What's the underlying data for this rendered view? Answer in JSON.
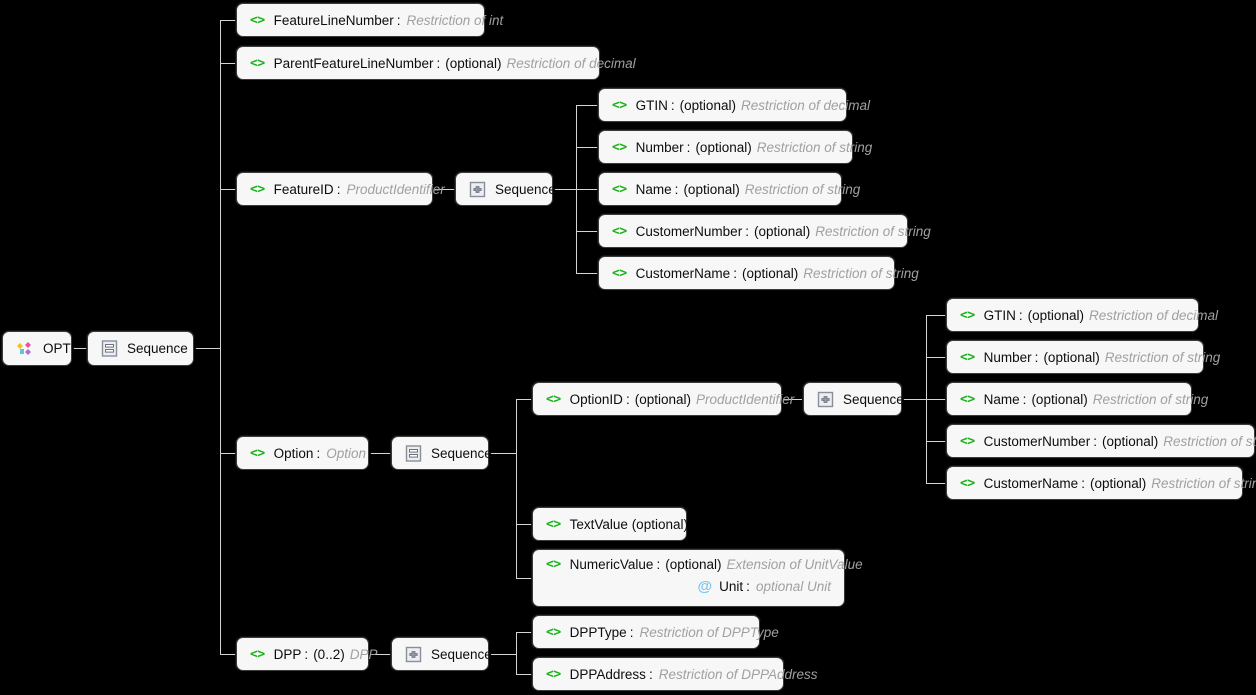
{
  "diagram": {
    "title": "OPT XSD schema tree",
    "background_color": "#000000",
    "node_fill": "#f7f7f7",
    "line_color": "#d4d4d4",
    "element_icon_color": "#17b217",
    "attribute_icon_color": "#79c6ef"
  },
  "root": {
    "label": "OPT",
    "icon": "root-element-icon"
  },
  "root_sequence": {
    "label": "Sequence",
    "icon": "sequence-lines-icon"
  },
  "nodes": {
    "feature_line_number": {
      "icon": "element-icon",
      "name": "FeatureLineNumber",
      "separator": ":",
      "occurrence": "",
      "type": "Restriction of int"
    },
    "parent_feature_line_number": {
      "icon": "element-icon",
      "name": "ParentFeatureLineNumber",
      "separator": ":",
      "occurrence": "(optional)",
      "type": "Restriction of decimal"
    },
    "feature_id": {
      "icon": "element-icon",
      "name": "FeatureID",
      "separator": ":",
      "occurrence": "",
      "type": "ProductIdentifier"
    },
    "feature_id_sequence": {
      "label": "Sequence",
      "icon": "sequence-box-icon"
    },
    "option": {
      "icon": "element-icon",
      "name": "Option",
      "separator": ":",
      "occurrence": "",
      "type": "Option"
    },
    "option_sequence": {
      "label": "Sequence",
      "icon": "sequence-lines-icon"
    },
    "option_id": {
      "icon": "element-icon",
      "name": "OptionID",
      "separator": ":",
      "occurrence": "(optional)",
      "type": "ProductIdentifier"
    },
    "option_id_sequence": {
      "label": "Sequence",
      "icon": "sequence-box-icon"
    },
    "text_value": {
      "icon": "element-icon",
      "name": "TextValue (optional)",
      "separator": "",
      "occurrence": "",
      "type": ""
    },
    "numeric_value": {
      "icon": "element-icon",
      "name": "NumericValue",
      "separator": ":",
      "occurrence": "(optional)",
      "type": "Extension of UnitValue"
    },
    "numeric_value_unit": {
      "icon": "attribute-icon",
      "name": "Unit",
      "separator": ":",
      "type": "optional Unit"
    },
    "dpp": {
      "icon": "element-icon",
      "name": "DPP",
      "separator": ":",
      "occurrence": "(0..2)",
      "type": "DPP"
    },
    "dpp_sequence": {
      "label": "Sequence",
      "icon": "sequence-box-icon"
    },
    "dpp_type": {
      "icon": "element-icon",
      "name": "DPPType",
      "separator": ":",
      "occurrence": "",
      "type": "Restriction of DPPType"
    },
    "dpp_address": {
      "icon": "element-icon",
      "name": "DPPAddress",
      "separator": ":",
      "occurrence": "",
      "type": "Restriction of DPPAddress"
    }
  },
  "product_identifier_a": [
    {
      "icon": "element-icon",
      "name": "GTIN",
      "separator": ":",
      "occurrence": "(optional)",
      "type": "Restriction of decimal"
    },
    {
      "icon": "element-icon",
      "name": "Number",
      "separator": ":",
      "occurrence": "(optional)",
      "type": "Restriction of string"
    },
    {
      "icon": "element-icon",
      "name": "Name",
      "separator": ":",
      "occurrence": "(optional)",
      "type": "Restriction of string"
    },
    {
      "icon": "element-icon",
      "name": "CustomerNumber",
      "separator": ":",
      "occurrence": "(optional)",
      "type": "Restriction of string"
    },
    {
      "icon": "element-icon",
      "name": "CustomerName",
      "separator": ":",
      "occurrence": "(optional)",
      "type": "Restriction of string"
    }
  ],
  "product_identifier_b": [
    {
      "icon": "element-icon",
      "name": "GTIN",
      "separator": ":",
      "occurrence": "(optional)",
      "type": "Restriction of decimal"
    },
    {
      "icon": "element-icon",
      "name": "Number",
      "separator": ":",
      "occurrence": "(optional)",
      "type": "Restriction of string"
    },
    {
      "icon": "element-icon",
      "name": "Name",
      "separator": ":",
      "occurrence": "(optional)",
      "type": "Restriction of string"
    },
    {
      "icon": "element-icon",
      "name": "CustomerNumber",
      "separator": ":",
      "occurrence": "(optional)",
      "type": "Restriction of string"
    },
    {
      "icon": "element-icon",
      "name": "CustomerName",
      "separator": ":",
      "occurrence": "(optional)",
      "type": "Restriction of string"
    }
  ]
}
